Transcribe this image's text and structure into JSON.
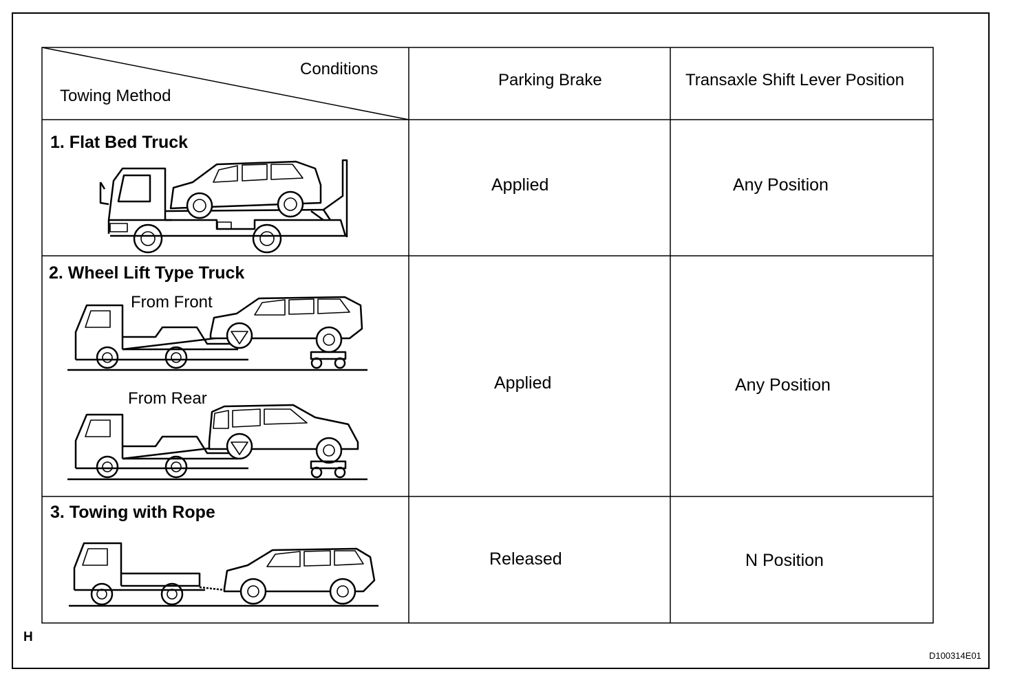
{
  "table": {
    "header": {
      "conditions": "Conditions",
      "towing_method": "Towing Method",
      "parking_brake": "Parking Brake",
      "shift_lever": "Transaxle Shift Lever Position"
    },
    "rows": [
      {
        "method": "1. Flat Bed Truck",
        "parking_brake": "Applied",
        "shift_lever": "Any Position",
        "illustration": "flat-bed-truck-icon"
      },
      {
        "method": "2. Wheel Lift Type Truck",
        "sub_front": "From Front",
        "sub_rear": "From Rear",
        "parking_brake": "Applied",
        "shift_lever": "Any Position",
        "illustration": "wheel-lift-truck-icon"
      },
      {
        "method": "3. Towing with Rope",
        "parking_brake": "Released",
        "shift_lever": "N Position",
        "illustration": "rope-tow-icon"
      }
    ]
  },
  "footer": {
    "left_mark": "H",
    "code": "D100314E01"
  }
}
